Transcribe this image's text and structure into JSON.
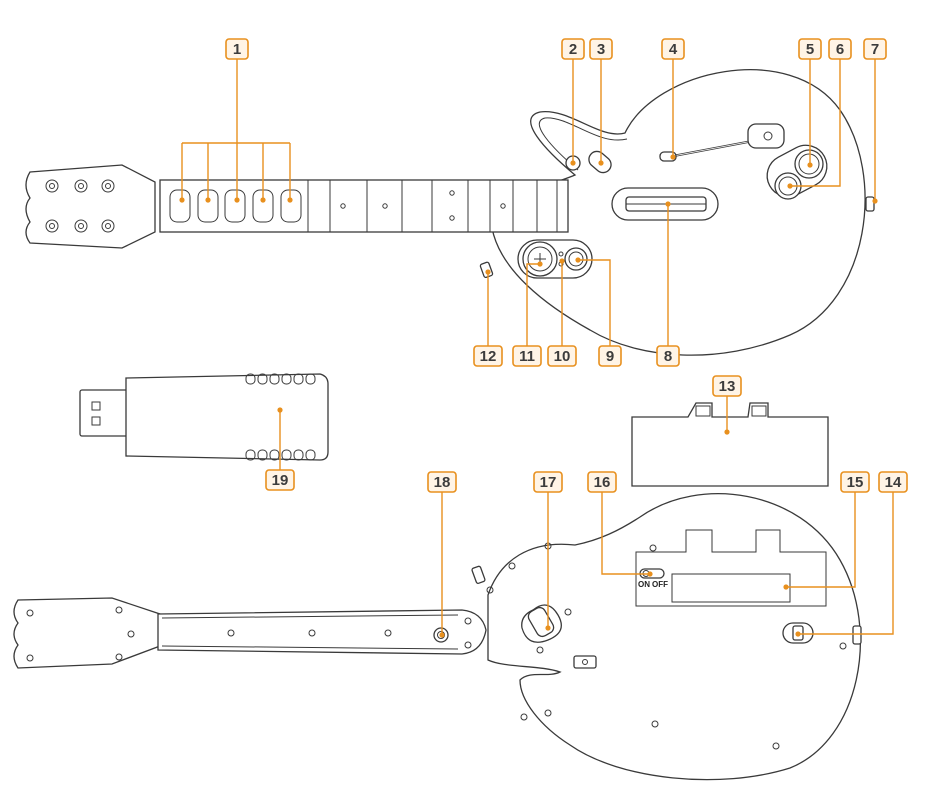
{
  "callouts": [
    {
      "id": "1",
      "text": "1"
    },
    {
      "id": "2",
      "text": "2"
    },
    {
      "id": "3",
      "text": "3"
    },
    {
      "id": "4",
      "text": "4"
    },
    {
      "id": "5",
      "text": "5"
    },
    {
      "id": "6",
      "text": "6"
    },
    {
      "id": "7",
      "text": "7"
    },
    {
      "id": "8",
      "text": "8"
    },
    {
      "id": "9",
      "text": "9"
    },
    {
      "id": "10",
      "text": "10"
    },
    {
      "id": "11",
      "text": "11"
    },
    {
      "id": "12",
      "text": "12"
    },
    {
      "id": "13",
      "text": "13"
    },
    {
      "id": "14",
      "text": "14"
    },
    {
      "id": "15",
      "text": "15"
    },
    {
      "id": "16",
      "text": "16"
    },
    {
      "id": "17",
      "text": "17"
    },
    {
      "id": "18",
      "text": "18"
    },
    {
      "id": "19",
      "text": "19"
    }
  ],
  "power_switch": {
    "on_label": "ON",
    "off_label": "OFF"
  },
  "colors": {
    "callout_accent": "#e8901e",
    "callout_fill": "#fff4e6",
    "outline": "#3a3a3a"
  }
}
